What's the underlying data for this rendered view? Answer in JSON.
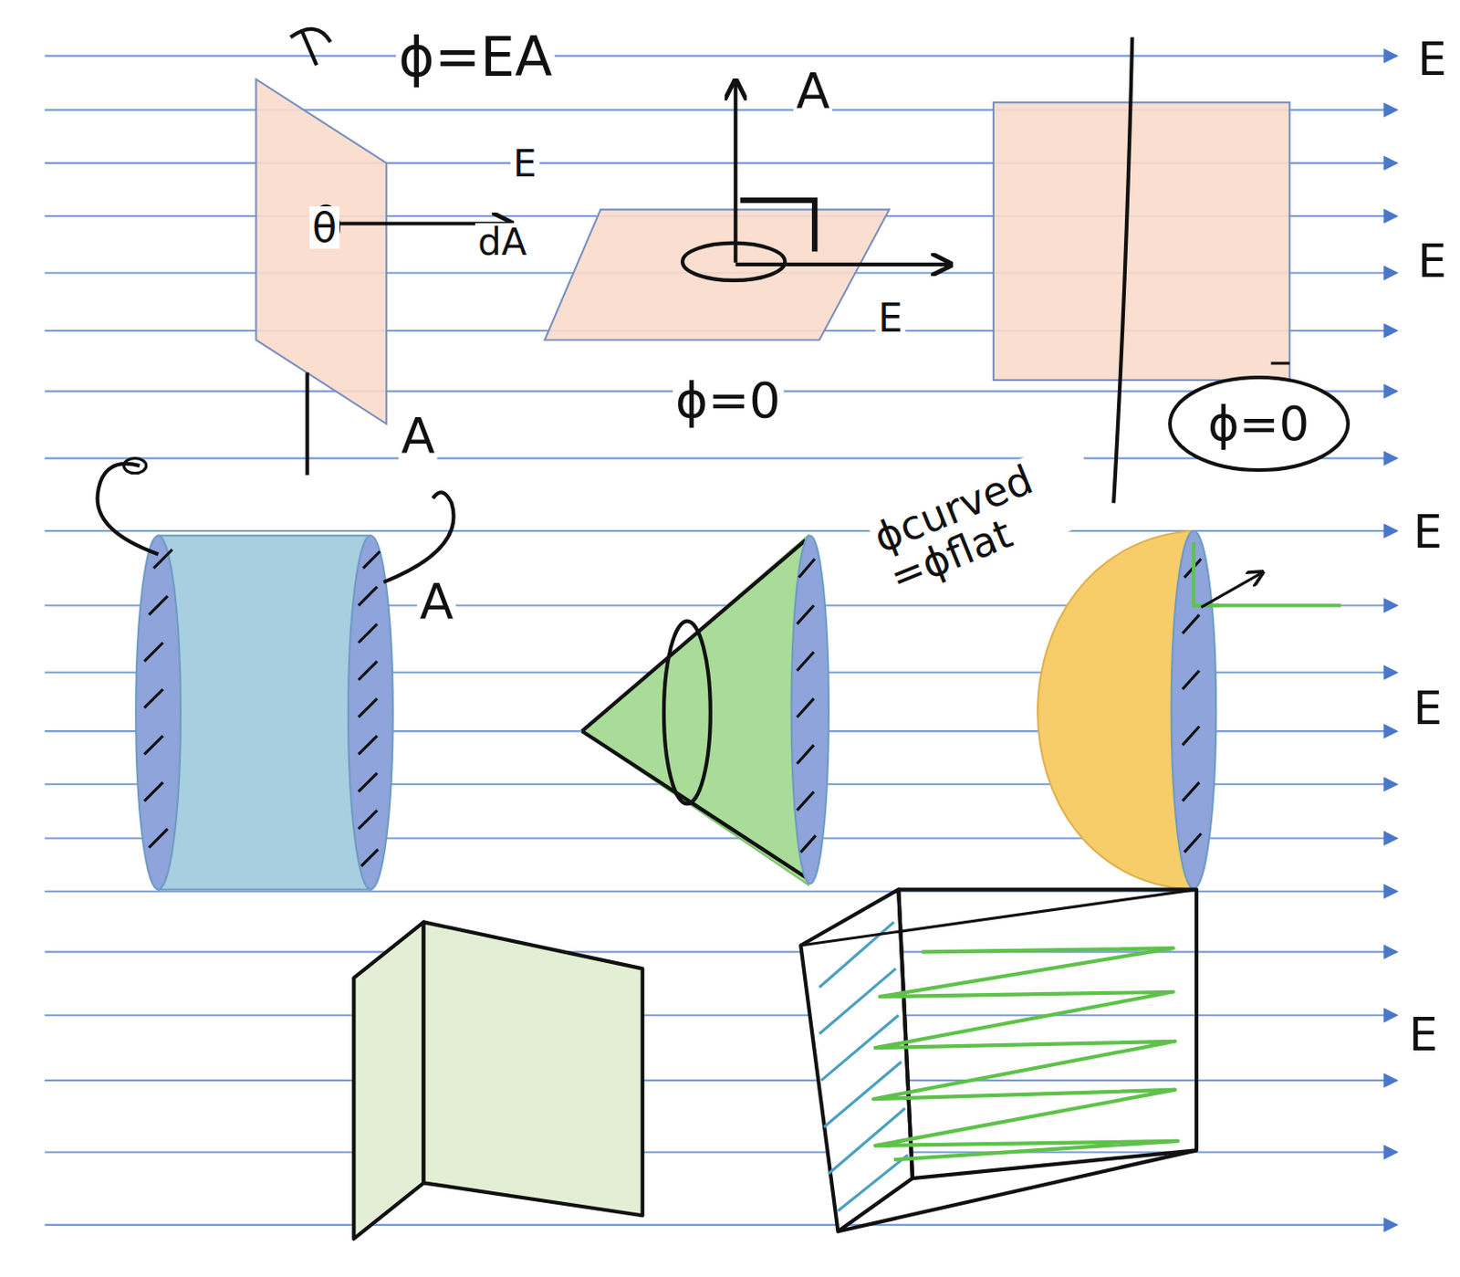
{
  "diagram": {
    "nodes": [
      {
        "text": [
          "ϕ=0"
        ]
      }
    ],
    "labels": [
      "ϕ=EA",
      "E",
      "dA",
      "θ",
      "A",
      "E",
      "ϕ=0",
      "A",
      "A",
      "ϕcurved =ϕflat",
      "E",
      "E",
      "E",
      "E",
      "E"
    ]
  }
}
